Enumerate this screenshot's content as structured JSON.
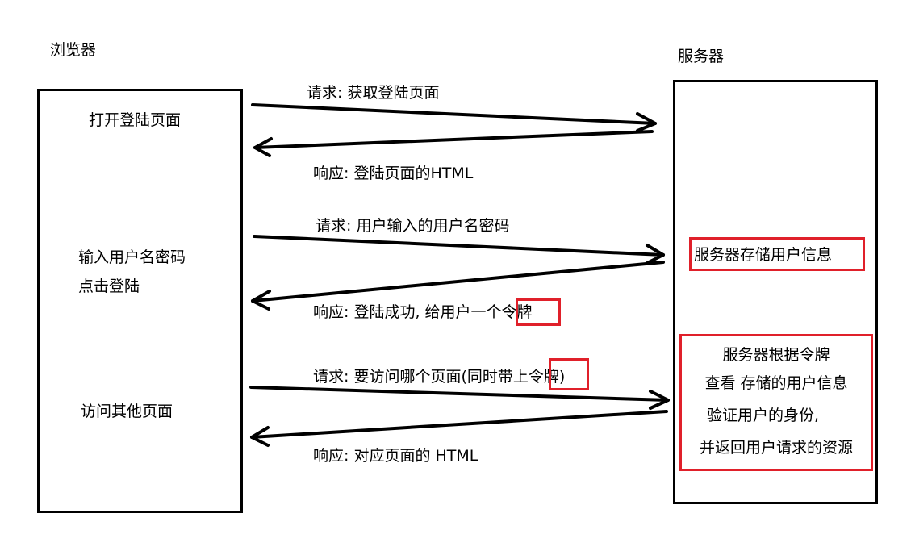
{
  "browser": {
    "title": "浏览器",
    "steps": [
      "打开登陆页面",
      "输入用户名密码",
      "点击登陆",
      "访问其他页面"
    ]
  },
  "server": {
    "title": "服务器",
    "storage_note": "服务器存储用户信息",
    "verify_lines": [
      "服务器根据令牌",
      "查看 存储的用户信息",
      "验证用户的身份,",
      "并返回用户请求的资源"
    ]
  },
  "messages": {
    "req1": "请求: 获取登陆页面",
    "resp1": "响应: 登陆页面的HTML",
    "req2": "请求: 用户输入的用户名密码",
    "resp2_prefix": "响应: 登陆成功, 给用户一个",
    "resp2_token": "令牌",
    "req3_prefix": "请求: 要访问哪个页面(同时带上",
    "req3_token": "令牌",
    "req3_suffix": ")",
    "resp3": "响应: 对应页面的 HTML"
  }
}
